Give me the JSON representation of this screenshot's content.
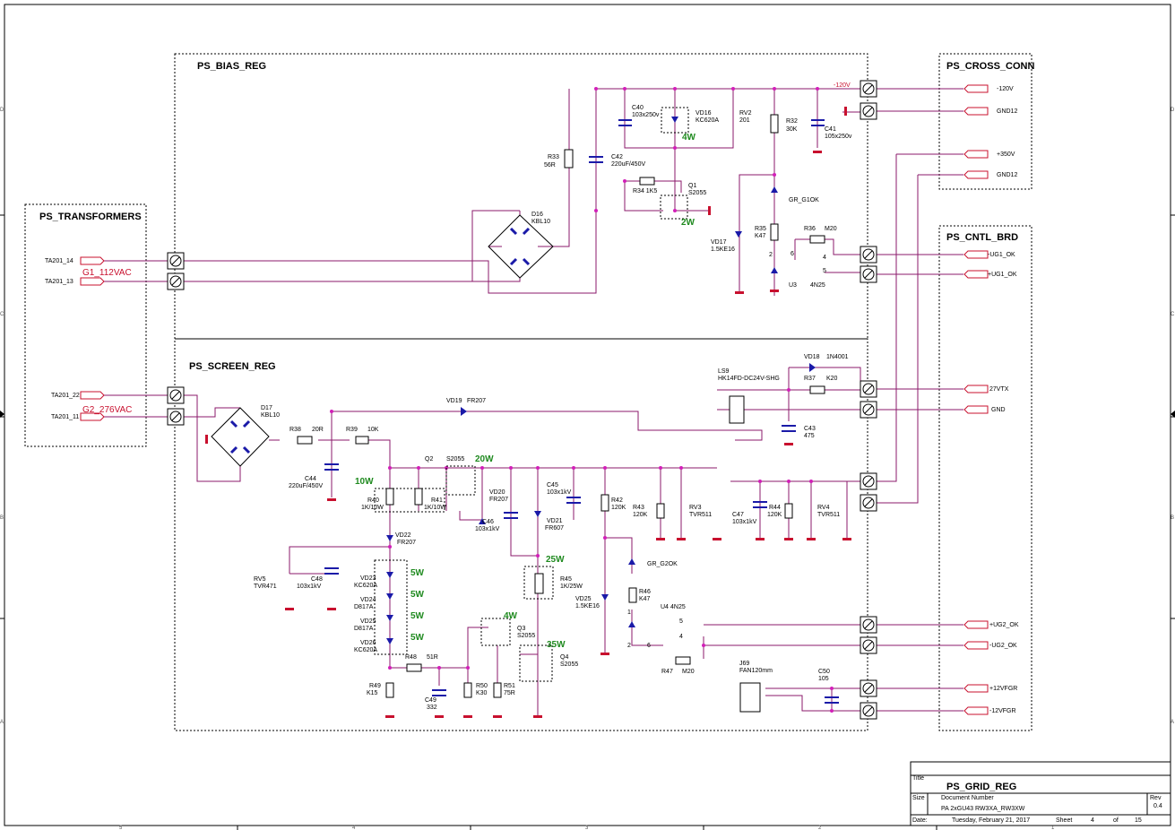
{
  "title_block": {
    "title_label": "Title",
    "title": "PS_GRID_REG",
    "size_label": "Size",
    "doc_label": "Document Number",
    "doc_number": "PA 2xGU43 RW3XA_RW3XW",
    "rev_label": "Rev",
    "rev": "0.4",
    "date_label": "Date:",
    "date": "Tuesday, February 21, 2017",
    "sheet_label": "Sheet",
    "sheet": "4",
    "of_label": "of",
    "total": "15"
  },
  "blocks": {
    "bias": "PS_BIAS_REG",
    "screen": "PS_SCREEN_REG",
    "transformers": "PS_TRANSFORMERS",
    "cross": "PS_CROSS_CONN",
    "cntl": "PS_CNTL_BRD"
  },
  "transformer_pins": [
    "TA201_14",
    "TA201_13",
    "TA201_22",
    "TA201_11"
  ],
  "transformer_notes": [
    "G1_112VAC",
    "G2_276VAC"
  ],
  "cross_ports": [
    "-120V",
    "GND12",
    "+350V",
    "GND12"
  ],
  "cntl_ports": [
    "-UG1_OK",
    "+UG1_OK",
    "27VTX",
    "GND",
    "+UG2_OK",
    "-UG2_OK",
    "+12VFGR",
    "-12VFGR"
  ],
  "bias_parts": {
    "c40": [
      "C40",
      "103x250v"
    ],
    "vd16": [
      "VD16",
      "KC620A"
    ],
    "vd16_w": "4W",
    "rv2": [
      "RV2",
      "201"
    ],
    "r32": [
      "R32",
      "30K"
    ],
    "c41": [
      "C41",
      "105x250v"
    ],
    "net120": "-120V",
    "r33": [
      "R33",
      "56R"
    ],
    "c42": [
      "C42",
      "220uF/450V"
    ],
    "d16": [
      "D16",
      "KBL10"
    ],
    "r34": "R34  1K5",
    "q1": [
      "Q1",
      "S2055"
    ],
    "q1_w": "2W",
    "gr_g1ok": "GR_G1OK",
    "r35": [
      "R35",
      "K47"
    ],
    "vd17": [
      "VD17",
      "1.5KE16"
    ],
    "r36": "R36",
    "m20": "M20",
    "u3": "U3",
    "u3_type": "4N25",
    "pins": [
      "4",
      "5",
      "6",
      "2"
    ]
  },
  "screen_parts": {
    "d17": [
      "D17",
      "KBL10"
    ],
    "r38": "R38",
    "r38v": "20R",
    "r39": "R39",
    "r39v": "10K",
    "vd19": "VD19",
    "vd19v": "FR207",
    "c44": [
      "C44",
      "220uF/450V"
    ],
    "q2": "Q2",
    "q2v": "S2055",
    "w20": "20W",
    "w10": "10W",
    "r40": [
      "R40",
      "1K/10W"
    ],
    "r41": [
      "R41",
      "1K/10W"
    ],
    "vd20": [
      "VD20",
      "FR207"
    ],
    "c46": [
      "C46",
      "103x1kV"
    ],
    "c45": [
      "C45",
      "103x1kV"
    ],
    "vd21": [
      "VD21",
      "FR607"
    ],
    "r42": [
      "R42",
      "120K"
    ],
    "r43": [
      "R43",
      "120K"
    ],
    "rv3": [
      "RV3",
      "TVR511"
    ],
    "c47": [
      "C47",
      "103x1kV"
    ],
    "r44": [
      "R44",
      "120K"
    ],
    "rv4": [
      "RV4",
      "TVR511"
    ],
    "vd22": [
      "VD22",
      "FR207"
    ],
    "rv5": [
      "RV5",
      "TVR471"
    ],
    "c48": [
      "C48",
      "103x1kV"
    ],
    "vd23": [
      "VD23",
      "KC620A"
    ],
    "vd24": [
      "VD24",
      "D817A"
    ],
    "vd25x": [
      "VD25",
      "D817A"
    ],
    "vd26": [
      "VD26",
      "KC620A"
    ],
    "w5": [
      "5W",
      "5W",
      "5W",
      "5W"
    ],
    "w25": "25W",
    "r45": [
      "R45",
      "1K/25W"
    ],
    "w4": "4W",
    "q3": [
      "Q3",
      "S2055"
    ],
    "w35": "35W",
    "q4": [
      "Q4",
      "S2055"
    ],
    "r48": "R48",
    "r48v": "51R",
    "r49": [
      "R49",
      "K15"
    ],
    "c49": [
      "C49",
      "332"
    ],
    "r50": [
      "R50",
      "K30"
    ],
    "r51": [
      "R51",
      "75R"
    ],
    "gr_g2ok": "GR_G2OK",
    "vd25": [
      "VD25",
      "1.5KE16"
    ],
    "r46": [
      "R46",
      "K47"
    ],
    "u4": "U4",
    "u4_type": "4N25",
    "r47": "R47",
    "r47v": "M20",
    "ls9": [
      "LS9",
      "HK14FD-DC24V-SHG"
    ],
    "vd18": "VD18",
    "vd18v": "1N4001",
    "r37": "R37",
    "r37v": "K20",
    "c43": [
      "C43",
      "475"
    ],
    "j69": [
      "J69",
      "FAN120mm"
    ],
    "c50": [
      "C50",
      "105"
    ],
    "u4pins": [
      "5",
      "4",
      "6",
      "1",
      "2"
    ]
  },
  "border": {
    "cols": [
      "5",
      "4",
      "3",
      "2",
      "1"
    ],
    "rows": [
      "D",
      "C",
      "B",
      "A"
    ]
  }
}
